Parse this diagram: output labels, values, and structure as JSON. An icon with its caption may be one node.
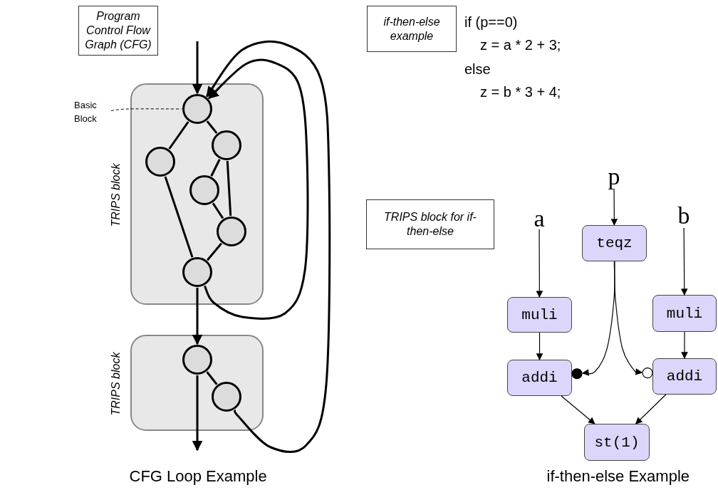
{
  "diagram": {
    "nodes": [
      {
        "text": [
          "Program Control Flow Graph (CFG)"
        ]
      },
      {
        "text": [
          "TRIPS block"
        ]
      },
      {
        "text": [],
        "shape": "circle",
        "in": 1
      },
      {
        "text": [],
        "shape": "circle",
        "in": 1
      },
      {
        "text": [],
        "shape": "circle",
        "in": 1
      },
      {
        "text": [],
        "shape": "circle",
        "in": 1
      },
      {
        "text": [],
        "shape": "circle",
        "in": 1
      },
      {
        "text": [],
        "shape": "circle",
        "in": 1
      },
      {
        "text": [
          "TRIPS block"
        ]
      },
      {
        "text": [],
        "shape": "circle",
        "in": 8
      },
      {
        "text": [],
        "shape": "circle",
        "in": 8
      },
      {
        "text": [
          "Basic Block"
        ]
      },
      {
        "text": [
          "if-then-else example"
        ]
      },
      {
        "text": [
          "TRIPS block for if-then-else"
        ]
      },
      {
        "text": [
          "p"
        ]
      },
      {
        "text": [
          "a"
        ]
      },
      {
        "text": [
          "teqz"
        ]
      },
      {
        "text": [
          "b"
        ]
      },
      {
        "text": [
          "muli"
        ]
      },
      {
        "text": [
          "muli"
        ]
      },
      {
        "text": [
          "addi"
        ]
      },
      {
        "text": [
          "addi"
        ]
      },
      {
        "text": [
          "st(1)"
        ]
      }
    ],
    "edges": [
      {
        "from": null,
        "to": 2,
        "arrow": "to"
      },
      {
        "from": 2,
        "to": 3,
        "arrow": "none"
      },
      {
        "from": 2,
        "to": 4,
        "arrow": "none"
      },
      {
        "from": 4,
        "to": 5,
        "arrow": "none"
      },
      {
        "from": 4,
        "to": 6,
        "arrow": "none"
      },
      {
        "from": 3,
        "to": 7,
        "arrow": "none"
      },
      {
        "from": 5,
        "to": 6,
        "arrow": "none"
      },
      {
        "from": 6,
        "to": 7,
        "arrow": "none"
      },
      {
        "from": 7,
        "to": 2,
        "arrow": "to"
      },
      {
        "from": 7,
        "to": 9,
        "arrow": "to"
      },
      {
        "from": 9,
        "to": 10,
        "arrow": "none"
      },
      {
        "from": 10,
        "to": 2,
        "arrow": "to"
      },
      {
        "from": 9,
        "to": null,
        "arrow": "to"
      },
      {
        "from": 11,
        "to": 2,
        "arrow": "none",
        "style": "dashed"
      },
      {
        "from": 14,
        "to": 16,
        "arrow": "to"
      },
      {
        "from": 15,
        "to": 18,
        "arrow": "to"
      },
      {
        "from": 17,
        "to": 19,
        "arrow": "to"
      },
      {
        "from": 18,
        "to": 20,
        "arrow": "to"
      },
      {
        "from": 19,
        "to": 21,
        "arrow": "to"
      },
      {
        "from": 16,
        "to": 20,
        "arrow": "to"
      },
      {
        "from": 16,
        "to": 21,
        "arrow": "to"
      },
      {
        "from": 20,
        "to": 22,
        "arrow": "to"
      },
      {
        "from": 21,
        "to": 22,
        "arrow": "to"
      }
    ],
    "labels": [
      "if (p==0)",
      "z = a * 2 + 3;",
      "else",
      "z = b * 3 + 4;",
      "CFG Loop Example",
      "if-then-else Example"
    ]
  }
}
